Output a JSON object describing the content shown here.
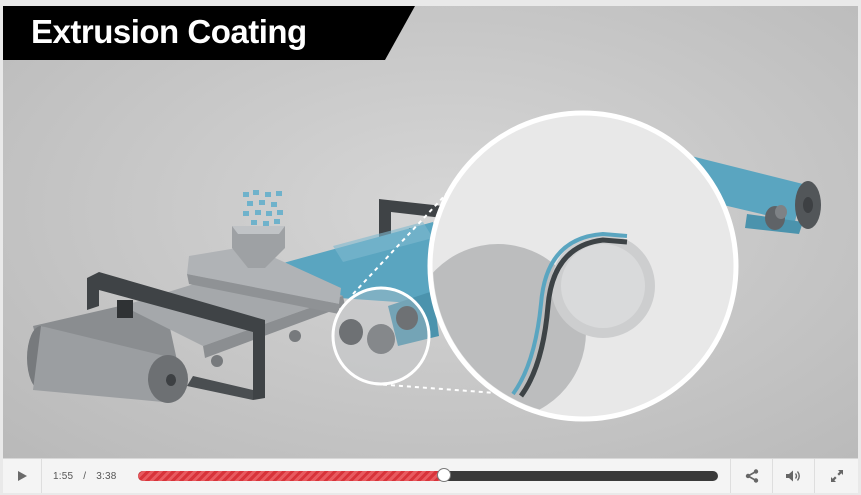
{
  "video": {
    "title": "Extrusion Coating"
  },
  "controls": {
    "current_time": "1:55",
    "separator": "/",
    "duration": "3:38",
    "progress": 0.5275
  },
  "icons": {
    "play": "play-icon",
    "share": "share-icon",
    "volume": "volume-icon",
    "fullscreen": "fullscreen-icon"
  },
  "colors": {
    "accent": "#d8333a",
    "film": "#5aa5c0",
    "banner": "#000000"
  }
}
